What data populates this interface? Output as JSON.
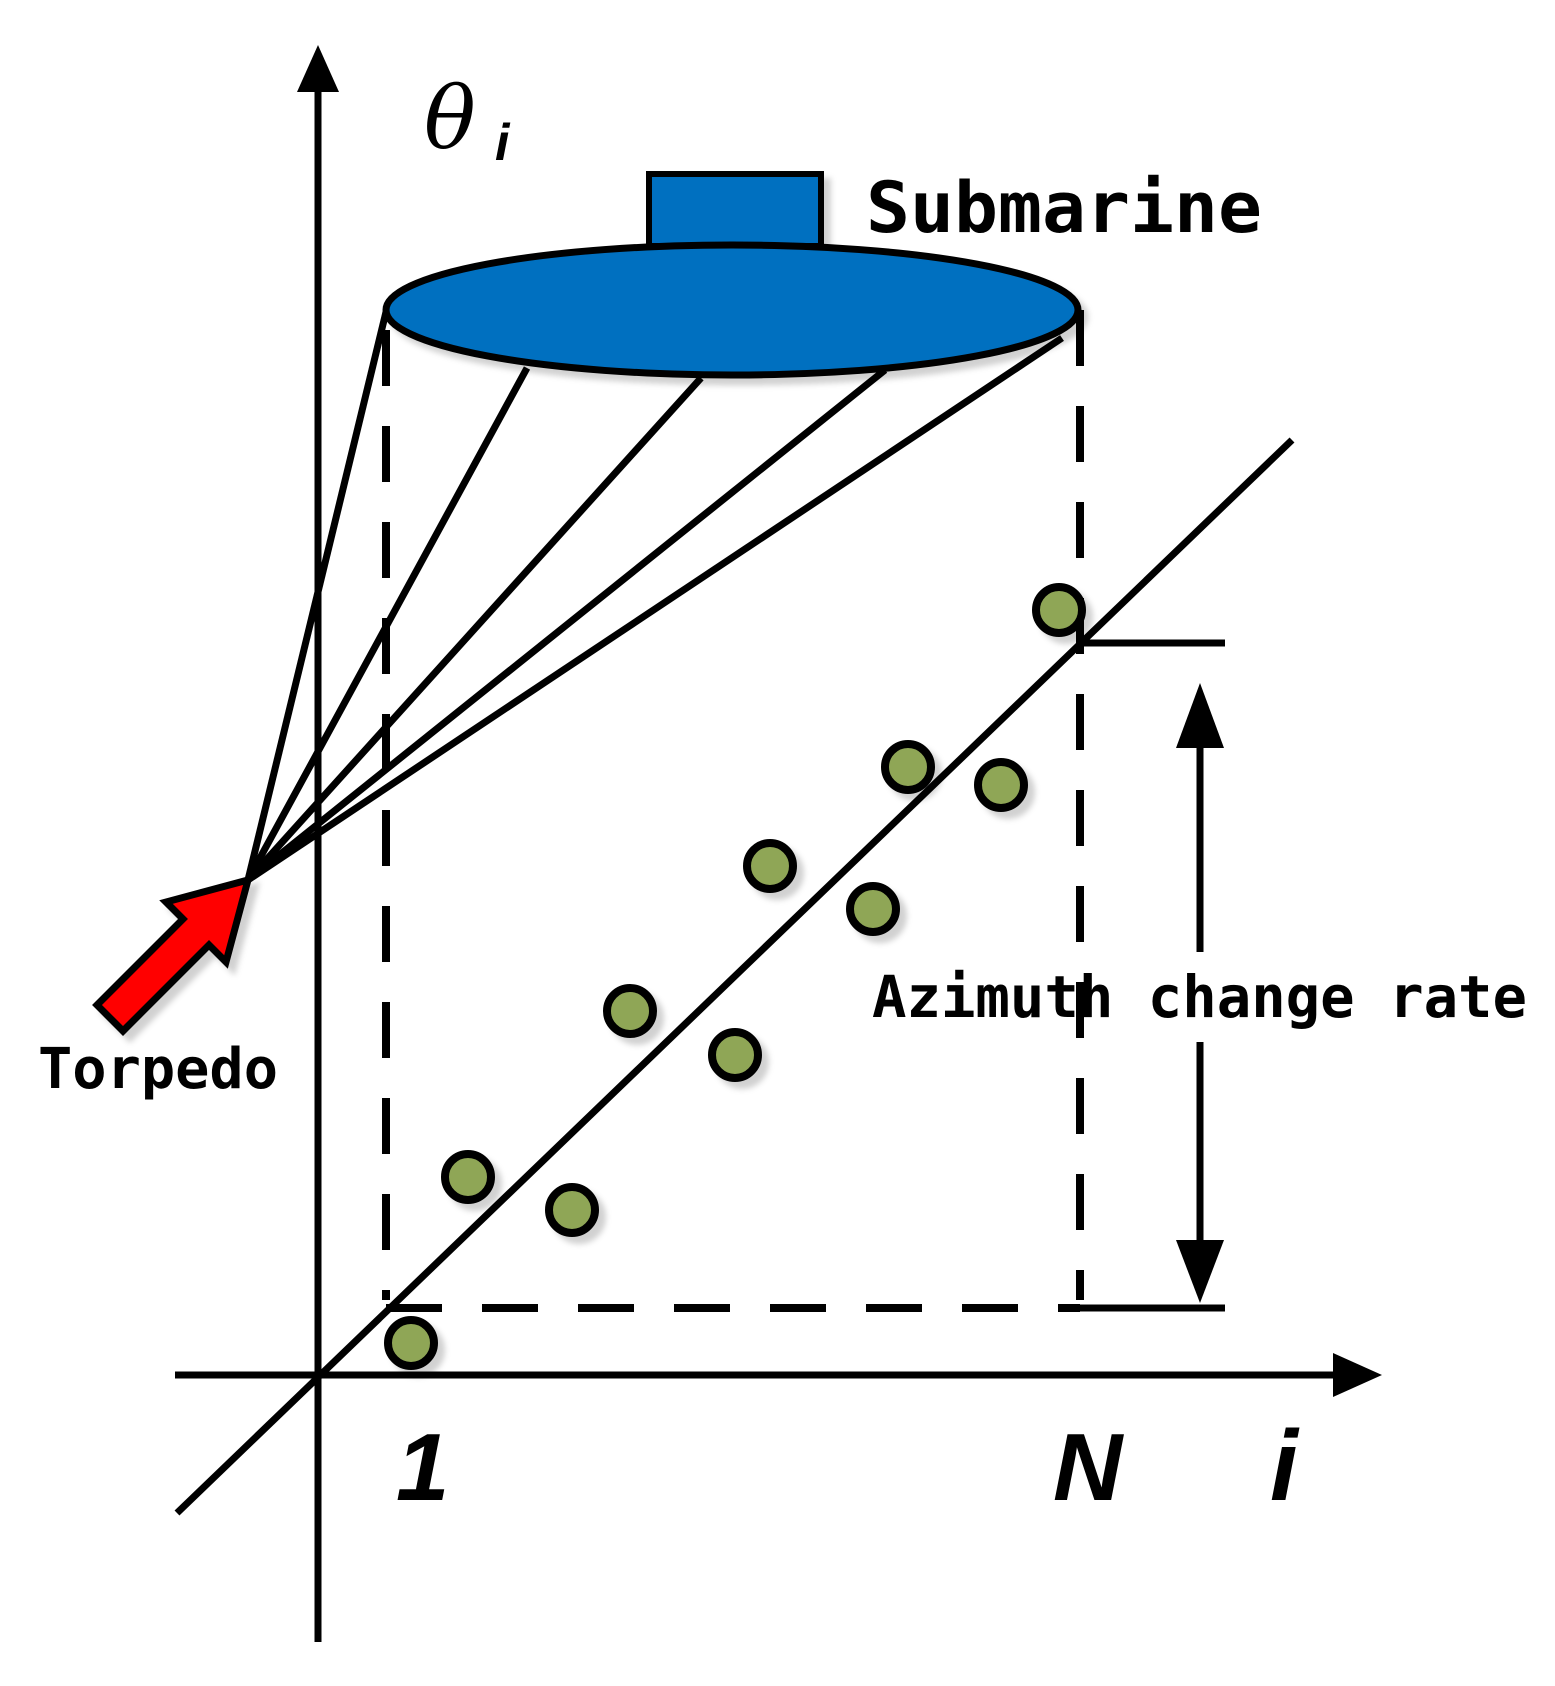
{
  "labels": {
    "theta": "θ",
    "theta_sub": "i",
    "submarine": "Submarine",
    "torpedo": "Torpedo",
    "azimuth": "Azimuth change rate",
    "tick_start": "1",
    "tick_end": "N",
    "x_axis": "i"
  },
  "colors": {
    "submarine_fill": "#0070C0",
    "torpedo_fill": "#FF0000",
    "point_fill": "#8FA657",
    "stroke": "#000000"
  }
}
